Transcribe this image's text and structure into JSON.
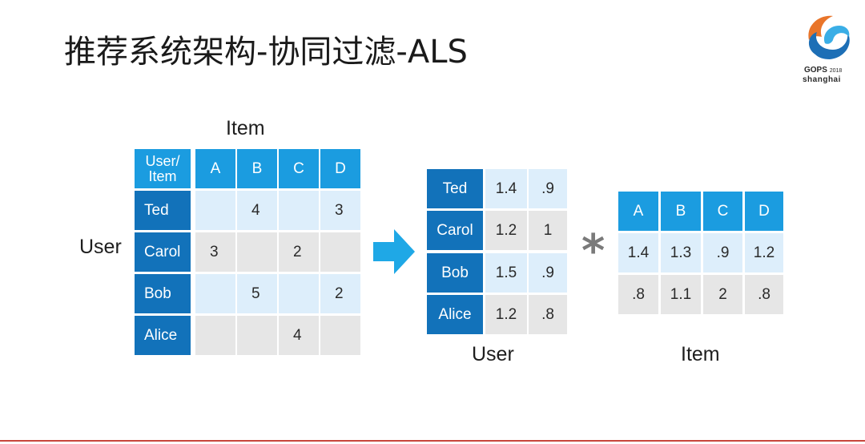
{
  "title": "推荐系统架构-协同过滤-ALS",
  "logo": {
    "brand_text": "GOPS",
    "year": "2018",
    "city": "shanghai",
    "colors": {
      "orange": "#e9752a",
      "blue": "#1d6fb6",
      "light_blue": "#3aaee6"
    }
  },
  "rating_matrix": {
    "top_label": "Item",
    "side_label": "User",
    "corner_line1": "User/",
    "corner_line2": "Item",
    "columns": [
      "A",
      "B",
      "C",
      "D"
    ],
    "rows": [
      {
        "name": "Ted",
        "values": [
          "",
          "4",
          "",
          "3"
        ]
      },
      {
        "name": "Carol",
        "values": [
          "3",
          "",
          "2",
          ""
        ]
      },
      {
        "name": "Bob",
        "values": [
          "",
          "5",
          "",
          "2"
        ]
      },
      {
        "name": "Alice",
        "values": [
          "",
          "",
          "4",
          ""
        ]
      }
    ]
  },
  "user_matrix": {
    "label": "User",
    "rows": [
      {
        "name": "Ted",
        "values": [
          "1.4",
          ".9"
        ]
      },
      {
        "name": "Carol",
        "values": [
          "1.2",
          "1"
        ]
      },
      {
        "name": "Bob",
        "values": [
          "1.5",
          ".9"
        ]
      },
      {
        "name": "Alice",
        "values": [
          "1.2",
          ".8"
        ]
      }
    ]
  },
  "multiply_symbol": "*",
  "item_matrix": {
    "label": "Item",
    "columns": [
      "A",
      "B",
      "C",
      "D"
    ],
    "rows": [
      [
        "1.4",
        "1.3",
        ".9",
        "1.2"
      ],
      [
        ".8",
        "1.1",
        "2",
        ".8"
      ]
    ]
  },
  "colors": {
    "header_blue": "#1b9ce0",
    "row_header_blue": "#1272ba",
    "light_cell": "#ddeefb",
    "gray_cell": "#e6e6e6",
    "arrow": "#1fa8e6",
    "accent_line": "#c8463c"
  }
}
